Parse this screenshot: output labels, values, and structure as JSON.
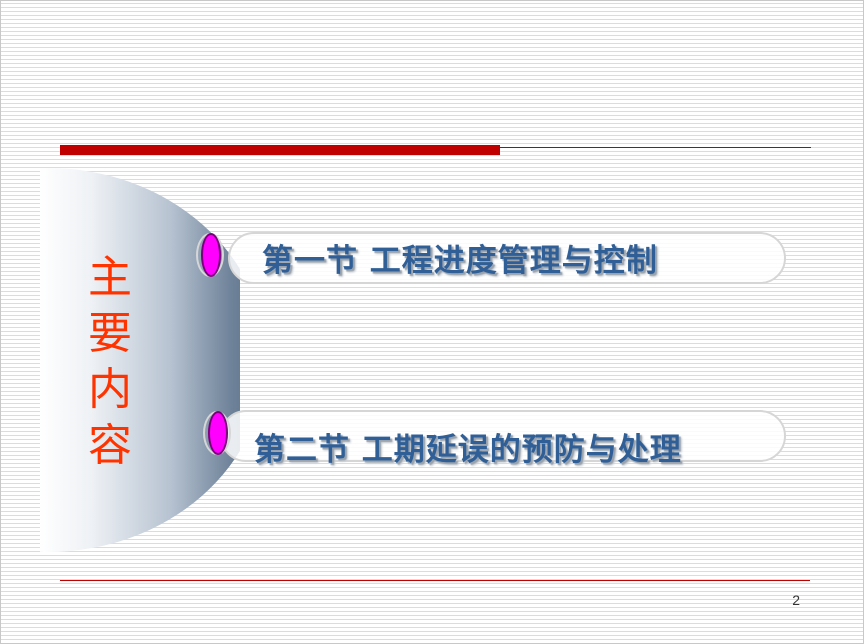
{
  "slide": {
    "title_vertical": "主要内容",
    "sections": [
      {
        "label": "第一节  工程进度管理与控制"
      },
      {
        "label": "第二节  工期延误的预防与处理"
      }
    ],
    "page_number": "2"
  },
  "colors": {
    "accent_red": "#c00000",
    "title_red": "#ff3300",
    "heading_blue": "#2f5f96",
    "bullet_magenta": "#ff00ff"
  }
}
